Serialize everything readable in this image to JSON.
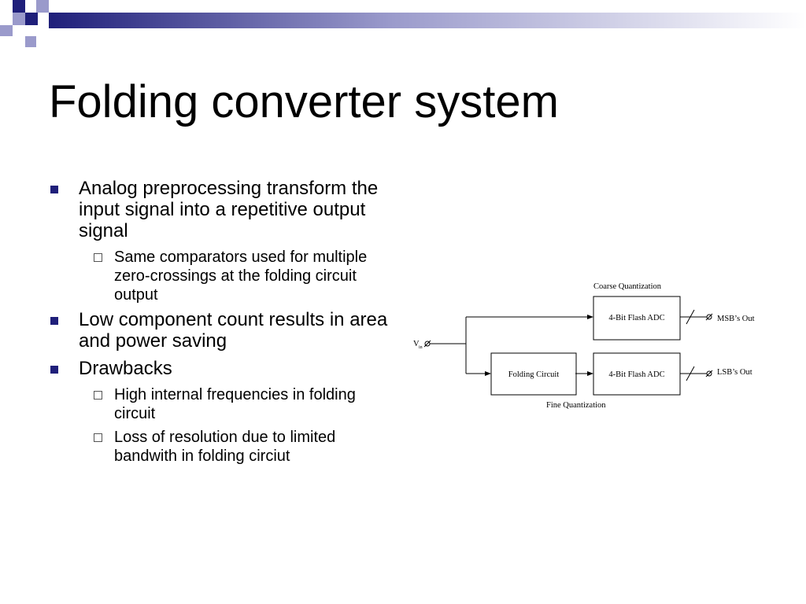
{
  "slide": {
    "title": "Folding converter system",
    "bullets": [
      {
        "text": "Analog preprocessing transform the input signal into a repetitive output signal",
        "sub": [
          "Same comparators used for multiple zero-crossings at the folding circuit output"
        ]
      },
      {
        "text": "Low component count results in area and power saving",
        "sub": []
      },
      {
        "text": "Drawbacks",
        "sub": [
          "High internal frequencies in folding circuit",
          "Loss of resolution due to limited bandwith in folding circiut"
        ]
      }
    ]
  },
  "diagram": {
    "coarse_label": "Coarse Quantization",
    "fine_label": "Fine Quantization",
    "adc_top": "4-Bit Flash ADC",
    "adc_bottom": "4-Bit Flash ADC",
    "folding": "Folding Circuit",
    "vin": "V",
    "vin_sub": "in",
    "msb": "MSB’s Out",
    "lsb": "LSB’s Out"
  },
  "colors": {
    "accent_navy": "#1f1f7a",
    "accent_lavender": "#9a9acb"
  }
}
